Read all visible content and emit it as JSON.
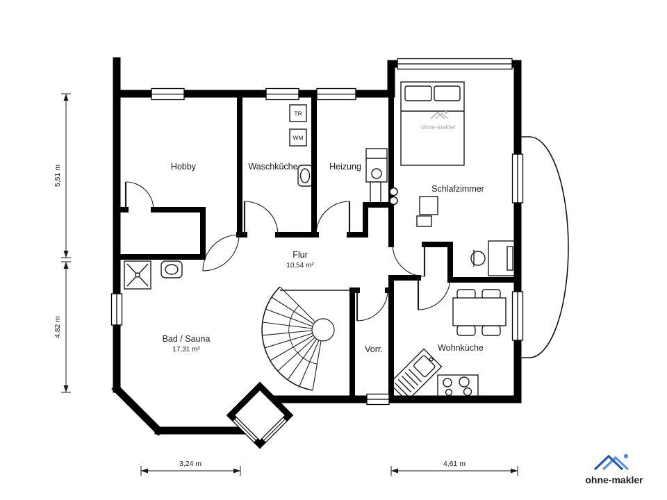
{
  "plan": {
    "rooms": {
      "hobby": {
        "label": "Hobby"
      },
      "waschkueche": {
        "label": "Waschküche"
      },
      "heizung": {
        "label": "Heizung"
      },
      "schlafzimmer": {
        "label": "Schlafzimmer"
      },
      "flur": {
        "label": "Flur",
        "area": "10,54 m²"
      },
      "bad_sauna": {
        "label": "Bad / Sauna",
        "area": "17,31 m²"
      },
      "vorrat": {
        "label": "Vorr."
      },
      "wohnkueche": {
        "label": "Wohnküche"
      }
    },
    "appliances": {
      "dryer_label": "TR",
      "washer_label": "WM"
    },
    "dimensions": {
      "left_upper": "5,51 m",
      "left_lower": "4,82 m",
      "bottom_left": "3,24 m",
      "bottom_right": "4,61 m"
    }
  },
  "branding": {
    "watermark": "ohne-makler",
    "logo_text": "ohne-makler",
    "logo_color": "#2e6bcc",
    "watermark_color": "#999999"
  },
  "colors": {
    "wall": "#000000",
    "background": "#ffffff"
  }
}
